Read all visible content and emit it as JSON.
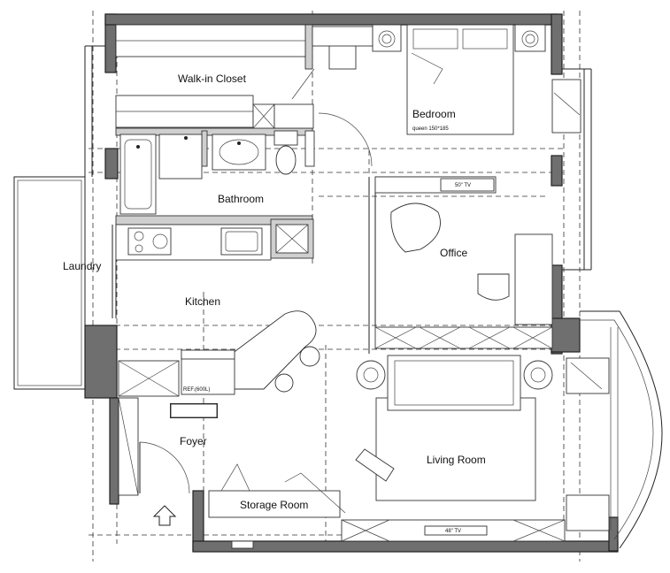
{
  "rooms": {
    "walk_in_closet": "Walk-in Closet",
    "bedroom": "Bedroom",
    "bed_size": "queen 150*185",
    "bathroom": "Bathroom",
    "office": "Office",
    "laundry": "Laundry",
    "kitchen": "Kitchen",
    "foyer": "Foyer",
    "living_room": "Living Room",
    "storage_room": "Storage Room"
  },
  "appliances": {
    "refrigerator": "REF.(600L)",
    "tv_bedroom": "50\" TV",
    "tv_living": "48\" TV"
  },
  "icons": {
    "entry": "up-arrow-icon"
  }
}
